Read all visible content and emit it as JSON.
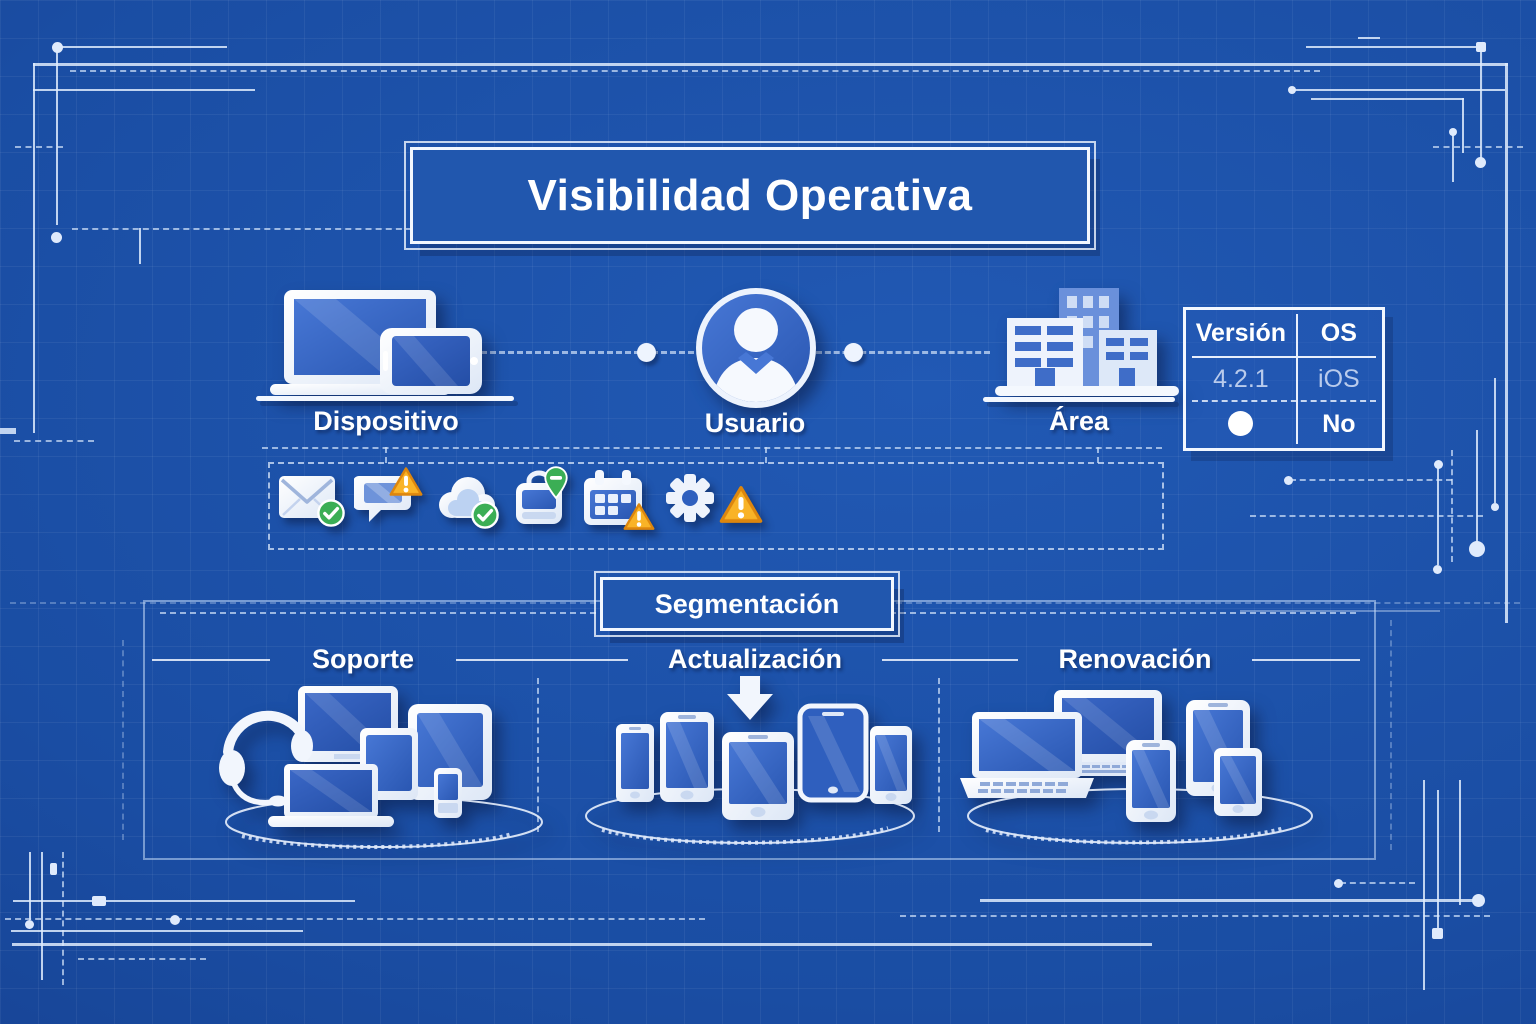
{
  "title": "Visibilidad Operativa",
  "colors": {
    "background": "#17489C",
    "panel": "#2157AE",
    "line": "#EAF1FC",
    "screen_blue": "#2E5FBE",
    "muted_text": "#B9CBEC",
    "warning_orange": "#F5A623",
    "success_green": "#3BAE55"
  },
  "nodes": {
    "dispositivo": {
      "label": "Dispositivo",
      "icon": "laptop-tablet-icon"
    },
    "usuario": {
      "label": "Usuario",
      "icon": "user-avatar-icon"
    },
    "area": {
      "label": "Área",
      "icon": "buildings-icon"
    }
  },
  "table": {
    "headers": {
      "col1": "Versión",
      "col2": "OS"
    },
    "row1": {
      "version": "4.2.1",
      "os": "iOS"
    },
    "row2": {
      "version_icon": "filled-dot-icon",
      "os": "No"
    }
  },
  "status_icons": [
    {
      "name": "email-icon",
      "badge": "check-badge"
    },
    {
      "name": "chat-icon",
      "badge": "warning-badge"
    },
    {
      "name": "cloud-icon",
      "badge": "check-badge"
    },
    {
      "name": "briefcase-icon",
      "badge": "pin-minus-badge"
    },
    {
      "name": "calendar-icon",
      "badge": "warning-badge"
    },
    {
      "name": "gear-icon",
      "badge": "warning-badge"
    }
  ],
  "segmentation": {
    "label": "Segmentación"
  },
  "sections": {
    "soporte": {
      "label": "Soporte",
      "icon": "headset-devices-icon"
    },
    "actualizacion": {
      "label": "Actualización",
      "icon": "devices-download-icon"
    },
    "renovacion": {
      "label": "Renovación",
      "icon": "laptops-devices-icon"
    }
  }
}
